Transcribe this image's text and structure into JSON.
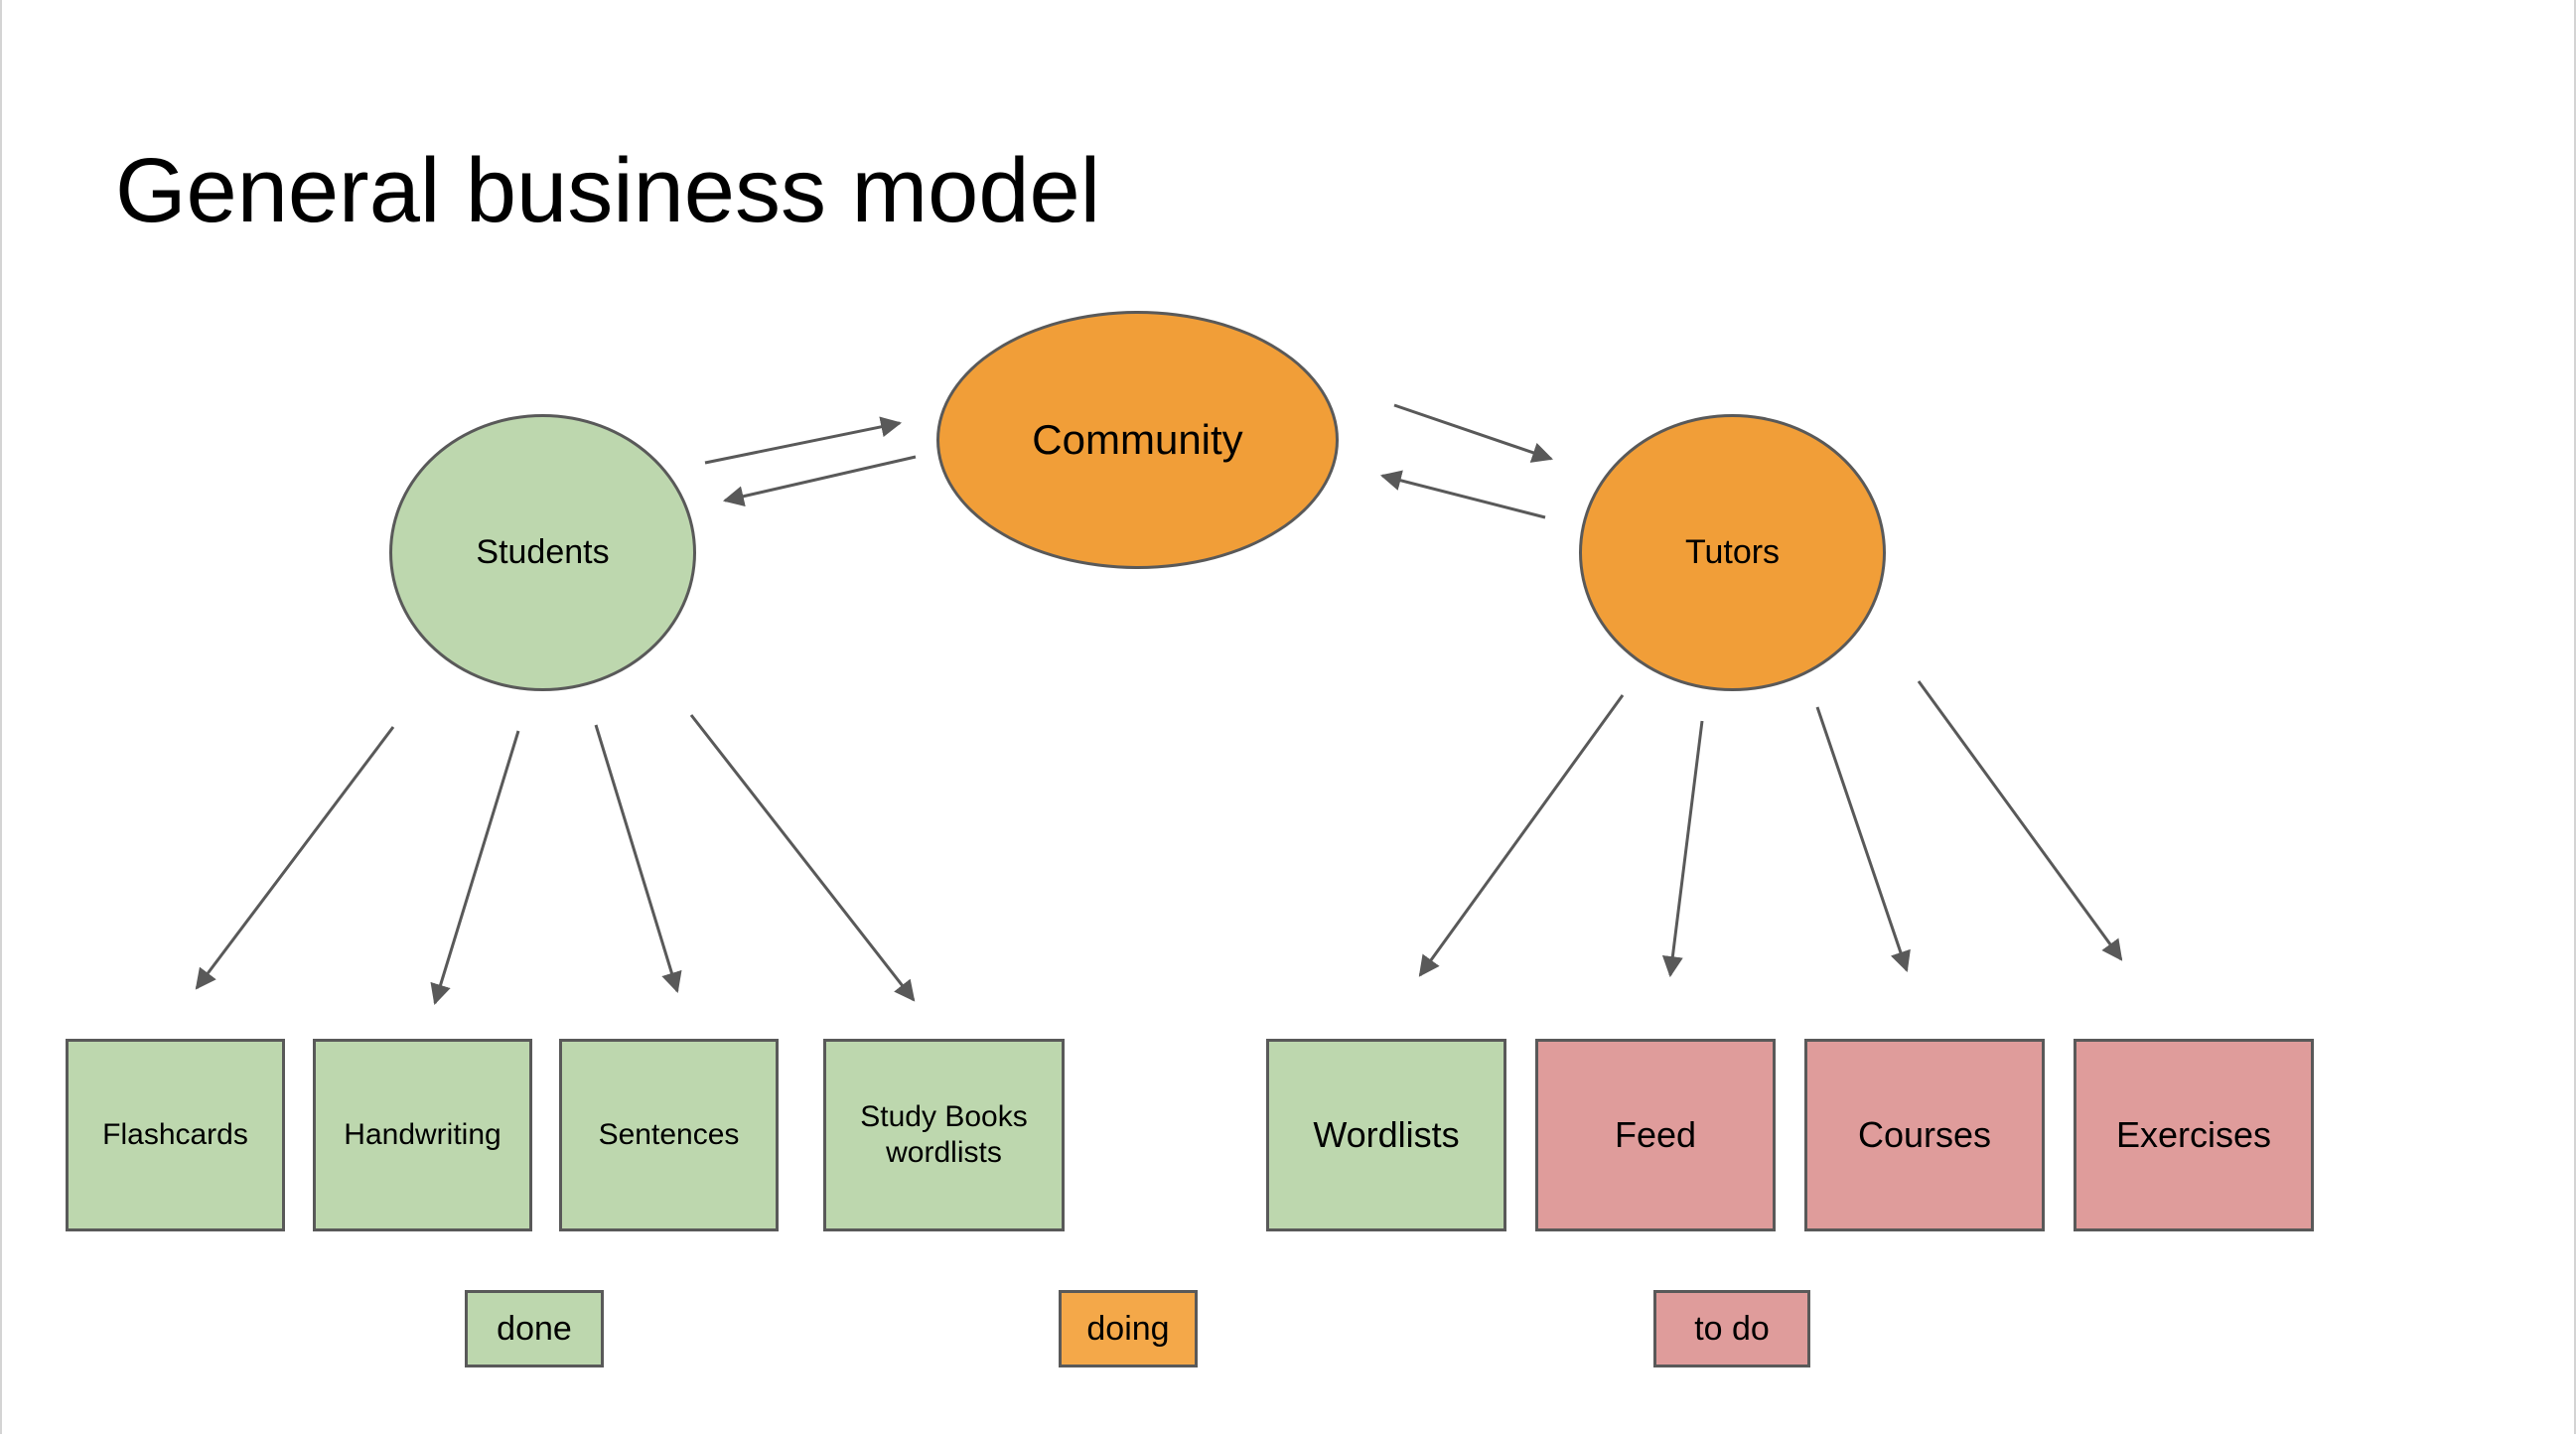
{
  "title": "General business model",
  "colors": {
    "done": "#bdd7ae",
    "doing": "#f19e38",
    "todo": "#df9c9b",
    "border": "#595959",
    "arrow": "#595959"
  },
  "nodes": {
    "community": "Community",
    "students": "Students",
    "tutors": "Tutors"
  },
  "student_features": {
    "flashcards": "Flashcards",
    "handwriting": "Handwriting",
    "sentences": "Sentences",
    "study_books_line1": "Study Books",
    "study_books_line2": "wordlists"
  },
  "tutor_features": {
    "wordlists": "Wordlists",
    "feed": "Feed",
    "courses": "Courses",
    "exercises": "Exercises"
  },
  "legend": {
    "done": "done",
    "doing": "doing",
    "todo": "to do"
  }
}
